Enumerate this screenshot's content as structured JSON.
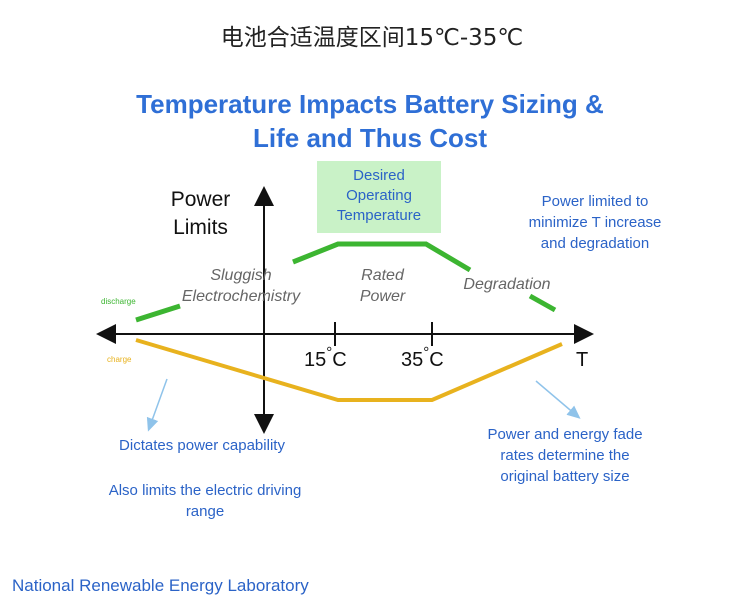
{
  "caption": "电池合适温度区间15℃-35℃",
  "title": {
    "line1": "Temperature Impacts Battery Sizing &",
    "line2": "Life and Thus Cost"
  },
  "desired": {
    "line1": "Desired",
    "line2": "Operating",
    "line3": "Temperature"
  },
  "power_limits": {
    "line1": "Power",
    "line2": "Limits"
  },
  "power_limited_note": {
    "line1": "Power limited to",
    "line2": "minimize T increase",
    "line3": "and degradation"
  },
  "sluggish": {
    "line1": "Sluggish",
    "line2": "Electrochemistry"
  },
  "rated": {
    "line1": "Rated",
    "line2": "Power"
  },
  "degradation": "Degradation",
  "discharge_label": "discharge",
  "charge_label": "charge",
  "axis": {
    "tick_15": "15",
    "tick_35": "35",
    "degree_symbol": "°",
    "unit_c": "C",
    "t_label": "T"
  },
  "note_left": {
    "line1": "Dictates power capability"
  },
  "note_left2": {
    "line1": "Also limits the electric driving",
    "line2": "range"
  },
  "note_right": {
    "line1": "Power and energy fade",
    "line2": "rates determine the",
    "line3": "original battery size"
  },
  "footer": "National Renewable Energy Laboratory",
  "colors": {
    "title_blue": "#2f6fd6",
    "note_blue": "#2b63c7",
    "discharge_green": "#3cb531",
    "charge_yellow": "#e8b21e",
    "desired_bg": "#c9f2c7",
    "arrow_lightblue": "#8fc3ea"
  }
}
